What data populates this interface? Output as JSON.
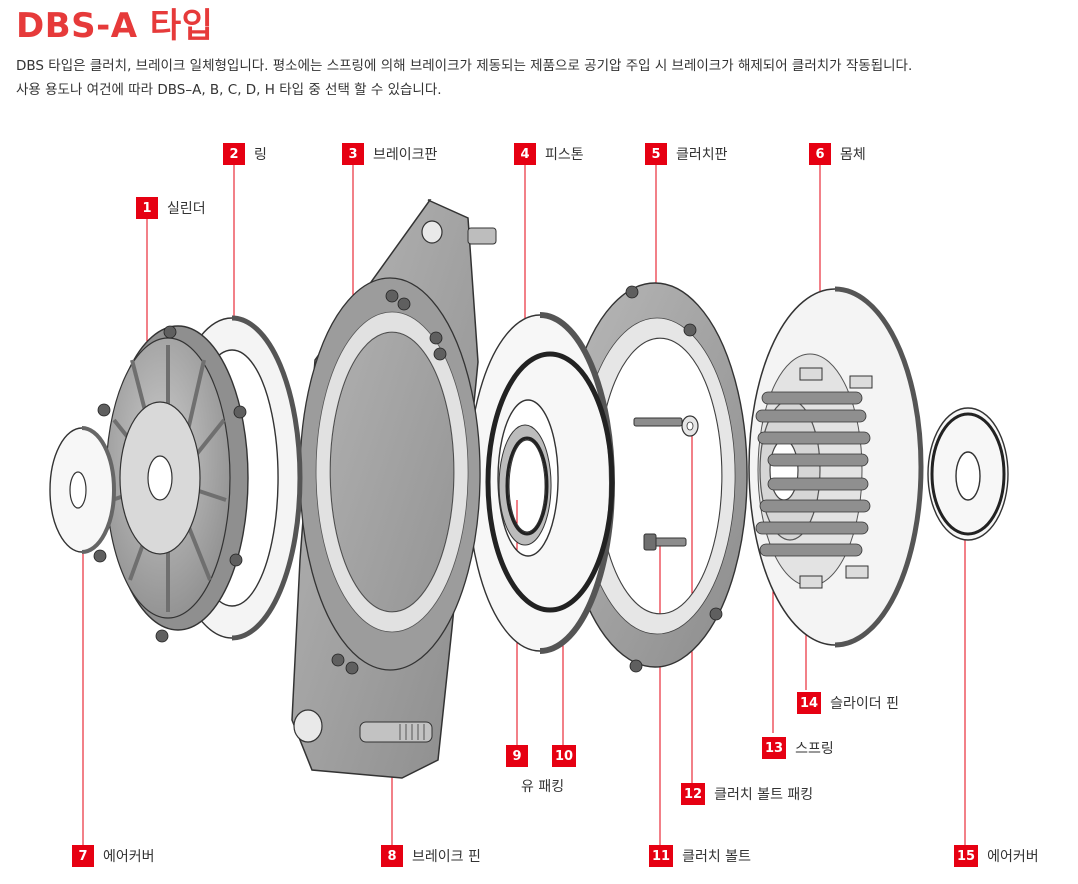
{
  "header": {
    "title": "DBS-A 타입",
    "desc_line1": "DBS 타입은 클러치, 브레이크 일체형입니다. 평소에는 스프링에 의해 브레이크가 제동되는 제품으로 공기압 주입 시 브레이크가 해제되어 클러치가 작동됩니다.",
    "desc_line2": "사용 용도나 여건에 따라 DBS–A, B, C, D, H 타입 중 선택 할 수 있습니다."
  },
  "colors": {
    "accent": "#e60012",
    "title": "#e63a3a",
    "metal": "#a9a9a9",
    "metal_dark": "#7d7d7d",
    "outline": "#333333"
  },
  "parts": [
    {
      "num": "1",
      "label": "실린더"
    },
    {
      "num": "2",
      "label": "링"
    },
    {
      "num": "3",
      "label": "브레이크판"
    },
    {
      "num": "4",
      "label": "피스톤"
    },
    {
      "num": "5",
      "label": "클러치판"
    },
    {
      "num": "6",
      "label": "몸체"
    },
    {
      "num": "7",
      "label": "에어커버"
    },
    {
      "num": "8",
      "label": "브레이크 핀"
    },
    {
      "num": "9",
      "label": ""
    },
    {
      "num": "10",
      "label": ""
    },
    {
      "num": "11",
      "label": "클러치 볼트"
    },
    {
      "num": "12",
      "label": "클러치 볼트 패킹"
    },
    {
      "num": "13",
      "label": "스프링"
    },
    {
      "num": "14",
      "label": "슬라이더 핀"
    },
    {
      "num": "15",
      "label": "에어커버"
    }
  ],
  "u_packing_label": "유 패킹"
}
